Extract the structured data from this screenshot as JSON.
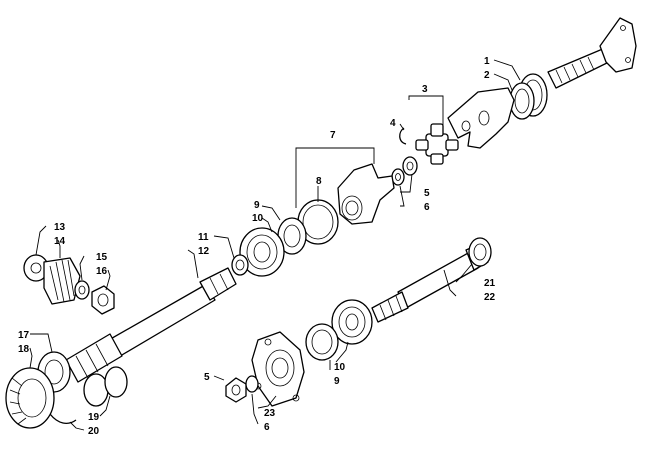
{
  "callouts": [
    {
      "id": "c1",
      "text": "1"
    },
    {
      "id": "c2",
      "text": "2"
    },
    {
      "id": "c3",
      "text": "3"
    },
    {
      "id": "c4",
      "text": "4"
    },
    {
      "id": "c5a",
      "text": "5"
    },
    {
      "id": "c6a",
      "text": "6"
    },
    {
      "id": "c7",
      "text": "7"
    },
    {
      "id": "c8",
      "text": "8"
    },
    {
      "id": "c9a",
      "text": "9"
    },
    {
      "id": "c10a",
      "text": "10"
    },
    {
      "id": "c11",
      "text": "11"
    },
    {
      "id": "c12",
      "text": "12"
    },
    {
      "id": "c13",
      "text": "13"
    },
    {
      "id": "c14",
      "text": "14"
    },
    {
      "id": "c15",
      "text": "15"
    },
    {
      "id": "c16",
      "text": "16"
    },
    {
      "id": "c17",
      "text": "17"
    },
    {
      "id": "c18",
      "text": "18"
    },
    {
      "id": "c19",
      "text": "19"
    },
    {
      "id": "c20",
      "text": "20"
    },
    {
      "id": "c21",
      "text": "21"
    },
    {
      "id": "c22",
      "text": "22"
    },
    {
      "id": "c23",
      "text": "23"
    },
    {
      "id": "c5b",
      "text": "5"
    },
    {
      "id": "c6b",
      "text": "6"
    },
    {
      "id": "c9b",
      "text": "9"
    },
    {
      "id": "c10b",
      "text": "10"
    }
  ]
}
